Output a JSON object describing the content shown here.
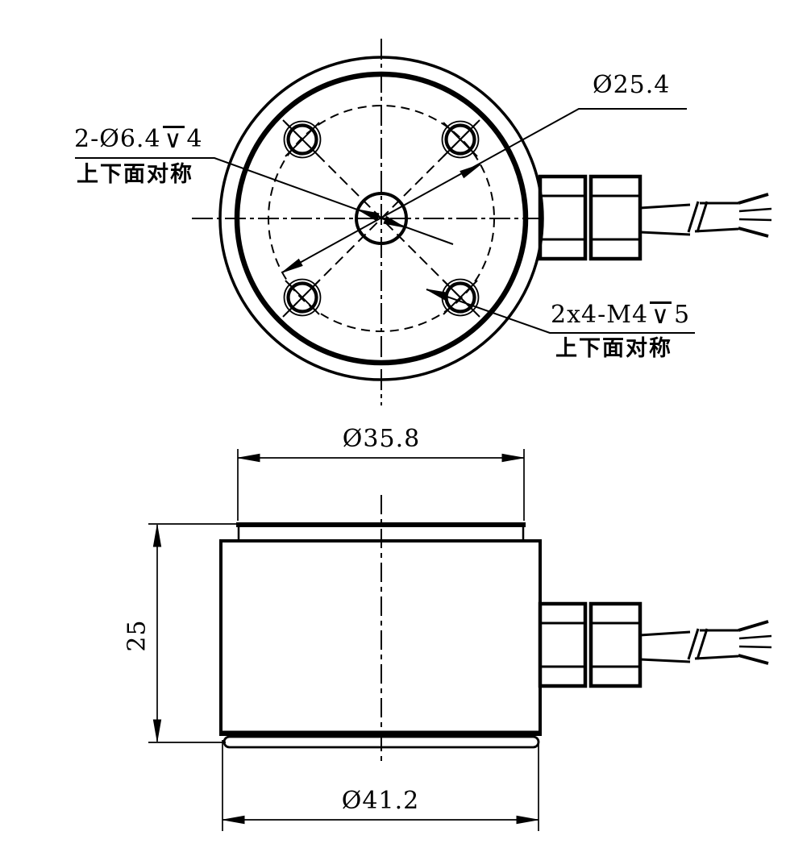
{
  "drawing": {
    "ink_color": "#000000",
    "background_color": "#ffffff",
    "top_view": {
      "counterbore_label": {
        "spec": "2-Ø6.4",
        "depth_symbol": "∨",
        "depth": "4",
        "note_cn": "上下面对称"
      },
      "bolt_circle_label": {
        "value": "Ø25.4"
      },
      "threaded_holes_label": {
        "spec": "2x4-M4",
        "depth_symbol": "∨",
        "depth": "5",
        "note_cn": "上下面对称"
      }
    },
    "side_view": {
      "top_diameter_dim": "Ø35.8",
      "height_dim": "25",
      "bottom_diameter_dim": "Ø41.2"
    }
  }
}
